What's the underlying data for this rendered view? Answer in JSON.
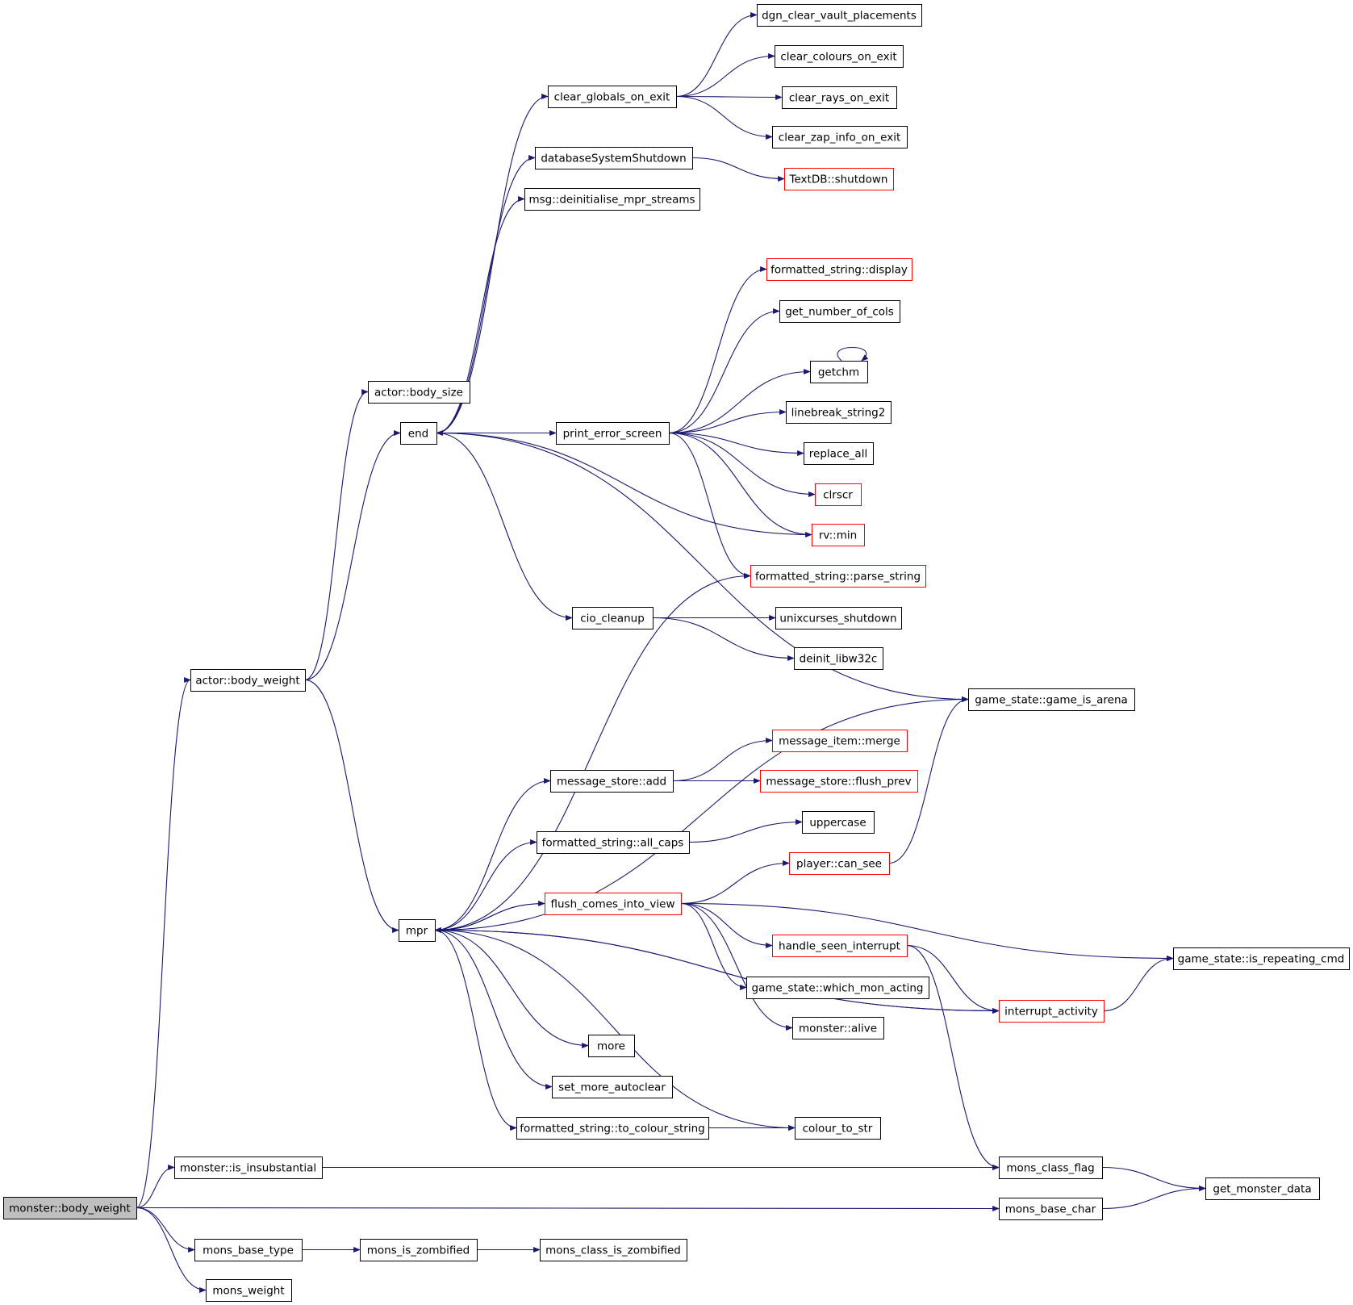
{
  "colors": {
    "edge": "#191970",
    "box_border": "#000000",
    "box_border_truncated": "#ff0000",
    "root_fill": "#bfbfbf"
  },
  "nodes": [
    {
      "id": "monster_body_weight",
      "label": "monster::body_weight",
      "root": true
    },
    {
      "id": "actor_body_weight",
      "label": "actor::body_weight"
    },
    {
      "id": "actor_body_size",
      "label": "actor::body_size"
    },
    {
      "id": "end",
      "label": "end"
    },
    {
      "id": "mpr",
      "label": "mpr"
    },
    {
      "id": "clear_globals_on_exit",
      "label": "clear_globals_on_exit"
    },
    {
      "id": "databaseSystemShutdown",
      "label": "databaseSystemShutdown"
    },
    {
      "id": "msg_deinitialise_mpr_streams",
      "label": "msg::deinitialise_mpr_streams"
    },
    {
      "id": "dgn_clear_vault_placements",
      "label": "dgn_clear_vault_placements"
    },
    {
      "id": "clear_colours_on_exit",
      "label": "clear_colours_on_exit"
    },
    {
      "id": "clear_rays_on_exit",
      "label": "clear_rays_on_exit"
    },
    {
      "id": "clear_zap_info_on_exit",
      "label": "clear_zap_info_on_exit"
    },
    {
      "id": "textdb_shutdown",
      "label": "TextDB::shutdown",
      "truncated": true
    },
    {
      "id": "formatted_string_display",
      "label": "formatted_string::display",
      "truncated": true
    },
    {
      "id": "get_number_of_cols",
      "label": "get_number_of_cols"
    },
    {
      "id": "getchm",
      "label": "getchm"
    },
    {
      "id": "linebreak_string2",
      "label": "linebreak_string2"
    },
    {
      "id": "print_error_screen",
      "label": "print_error_screen"
    },
    {
      "id": "replace_all",
      "label": "replace_all"
    },
    {
      "id": "clrscr",
      "label": "clrscr",
      "truncated": true
    },
    {
      "id": "rv_min",
      "label": "rv::min",
      "truncated": true
    },
    {
      "id": "formatted_string_parse_string",
      "label": "formatted_string::parse_string",
      "truncated": true
    },
    {
      "id": "cio_cleanup",
      "label": "cio_cleanup"
    },
    {
      "id": "unixcurses_shutdown",
      "label": "unixcurses_shutdown"
    },
    {
      "id": "deinit_libw32c",
      "label": "deinit_libw32c"
    },
    {
      "id": "game_state_game_is_arena",
      "label": "game_state::game_is_arena"
    },
    {
      "id": "message_item_merge",
      "label": "message_item::merge",
      "truncated": true
    },
    {
      "id": "message_store_add",
      "label": "message_store::add"
    },
    {
      "id": "message_store_flush_prev",
      "label": "message_store::flush_prev",
      "truncated": true
    },
    {
      "id": "uppercase",
      "label": "uppercase"
    },
    {
      "id": "formatted_string_all_caps",
      "label": "formatted_string::all_caps"
    },
    {
      "id": "player_can_see",
      "label": "player::can_see",
      "truncated": true
    },
    {
      "id": "flush_comes_into_view",
      "label": "flush_comes_into_view",
      "truncated": true
    },
    {
      "id": "handle_seen_interrupt",
      "label": "handle_seen_interrupt",
      "truncated": true
    },
    {
      "id": "game_state_is_repeating_cmd",
      "label": "game_state::is_repeating_cmd"
    },
    {
      "id": "game_state_which_mon_acting",
      "label": "game_state::which_mon_acting"
    },
    {
      "id": "interrupt_activity",
      "label": "interrupt_activity",
      "truncated": true
    },
    {
      "id": "monster_alive",
      "label": "monster::alive"
    },
    {
      "id": "more",
      "label": "more"
    },
    {
      "id": "set_more_autoclear",
      "label": "set_more_autoclear"
    },
    {
      "id": "formatted_string_to_colour_string",
      "label": "formatted_string::to_colour_string"
    },
    {
      "id": "colour_to_str",
      "label": "colour_to_str"
    },
    {
      "id": "monster_is_insubstantial",
      "label": "monster::is_insubstantial"
    },
    {
      "id": "mons_class_flag",
      "label": "mons_class_flag"
    },
    {
      "id": "get_monster_data",
      "label": "get_monster_data"
    },
    {
      "id": "mons_base_char",
      "label": "mons_base_char"
    },
    {
      "id": "mons_base_type",
      "label": "mons_base_type"
    },
    {
      "id": "mons_is_zombified",
      "label": "mons_is_zombified"
    },
    {
      "id": "mons_class_is_zombified",
      "label": "mons_class_is_zombified"
    },
    {
      "id": "mons_weight",
      "label": "mons_weight"
    }
  ],
  "edges": [
    [
      "monster_body_weight",
      "actor_body_weight"
    ],
    [
      "monster_body_weight",
      "monster_is_insubstantial"
    ],
    [
      "monster_body_weight",
      "mons_base_char"
    ],
    [
      "monster_body_weight",
      "mons_base_type"
    ],
    [
      "monster_body_weight",
      "mons_weight"
    ],
    [
      "actor_body_weight",
      "actor_body_size"
    ],
    [
      "actor_body_weight",
      "end"
    ],
    [
      "actor_body_weight",
      "mpr"
    ],
    [
      "end",
      "clear_globals_on_exit"
    ],
    [
      "end",
      "databaseSystemShutdown"
    ],
    [
      "end",
      "msg_deinitialise_mpr_streams"
    ],
    [
      "end",
      "game_state_game_is_arena"
    ],
    [
      "end",
      "print_error_screen"
    ],
    [
      "end",
      "cio_cleanup"
    ],
    [
      "clear_globals_on_exit",
      "dgn_clear_vault_placements"
    ],
    [
      "clear_globals_on_exit",
      "clear_colours_on_exit"
    ],
    [
      "clear_globals_on_exit",
      "clear_rays_on_exit"
    ],
    [
      "clear_globals_on_exit",
      "clear_zap_info_on_exit"
    ],
    [
      "databaseSystemShutdown",
      "textdb_shutdown"
    ],
    [
      "print_error_screen",
      "formatted_string_display"
    ],
    [
      "print_error_screen",
      "get_number_of_cols"
    ],
    [
      "print_error_screen",
      "getchm"
    ],
    [
      "print_error_screen",
      "linebreak_string2"
    ],
    [
      "print_error_screen",
      "replace_all"
    ],
    [
      "print_error_screen",
      "clrscr"
    ],
    [
      "print_error_screen",
      "rv_min"
    ],
    [
      "print_error_screen",
      "formatted_string_parse_string"
    ],
    [
      "getchm",
      "getchm"
    ],
    [
      "rv_min",
      "end"
    ],
    [
      "cio_cleanup",
      "unixcurses_shutdown"
    ],
    [
      "cio_cleanup",
      "deinit_libw32c"
    ],
    [
      "mpr",
      "formatted_string_parse_string"
    ],
    [
      "mpr",
      "game_state_game_is_arena"
    ],
    [
      "mpr",
      "message_store_add"
    ],
    [
      "mpr",
      "formatted_string_all_caps"
    ],
    [
      "mpr",
      "flush_comes_into_view"
    ],
    [
      "mpr",
      "interrupt_activity"
    ],
    [
      "mpr",
      "colour_to_str"
    ],
    [
      "mpr",
      "more"
    ],
    [
      "mpr",
      "set_more_autoclear"
    ],
    [
      "mpr",
      "formatted_string_to_colour_string"
    ],
    [
      "message_store_add",
      "message_item_merge"
    ],
    [
      "message_store_add",
      "message_store_flush_prev"
    ],
    [
      "formatted_string_all_caps",
      "uppercase"
    ],
    [
      "player_can_see",
      "game_state_game_is_arena"
    ],
    [
      "flush_comes_into_view",
      "player_can_see"
    ],
    [
      "flush_comes_into_view",
      "game_state_is_repeating_cmd"
    ],
    [
      "flush_comes_into_view",
      "handle_seen_interrupt"
    ],
    [
      "flush_comes_into_view",
      "game_state_which_mon_acting"
    ],
    [
      "flush_comes_into_view",
      "monster_alive"
    ],
    [
      "flush_comes_into_view",
      "mpr"
    ],
    [
      "handle_seen_interrupt",
      "interrupt_activity"
    ],
    [
      "handle_seen_interrupt",
      "mons_class_flag"
    ],
    [
      "interrupt_activity",
      "game_state_is_repeating_cmd"
    ],
    [
      "interrupt_activity",
      "mpr"
    ],
    [
      "formatted_string_to_colour_string",
      "colour_to_str"
    ],
    [
      "monster_is_insubstantial",
      "mons_class_flag"
    ],
    [
      "mons_class_flag",
      "get_monster_data"
    ],
    [
      "mons_base_char",
      "get_monster_data"
    ],
    [
      "mons_base_type",
      "mons_is_zombified"
    ],
    [
      "mons_is_zombified",
      "mons_class_is_zombified"
    ]
  ]
}
